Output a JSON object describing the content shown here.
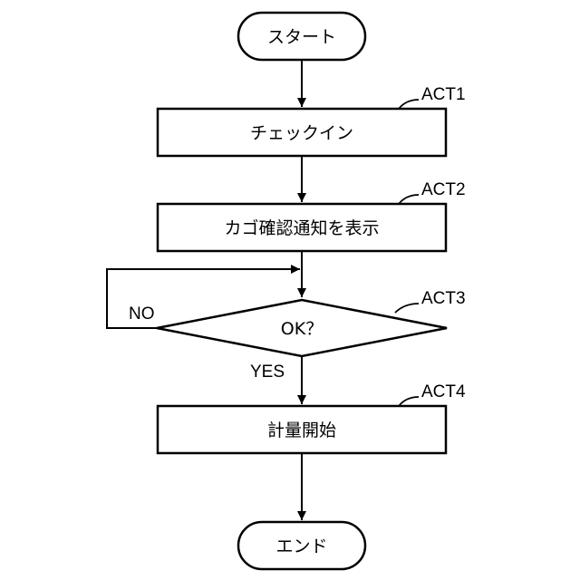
{
  "nodes": {
    "start": "スタート",
    "act1": "チェックイン",
    "act2": "カゴ確認通知を表示",
    "decision": "OK？",
    "act4": "計量開始",
    "end": "エンド"
  },
  "step_labels": {
    "act1": "ACT1",
    "act2": "ACT2",
    "act3": "ACT3",
    "act4": "ACT4"
  },
  "branches": {
    "no": "NO",
    "yes": "YES"
  }
}
